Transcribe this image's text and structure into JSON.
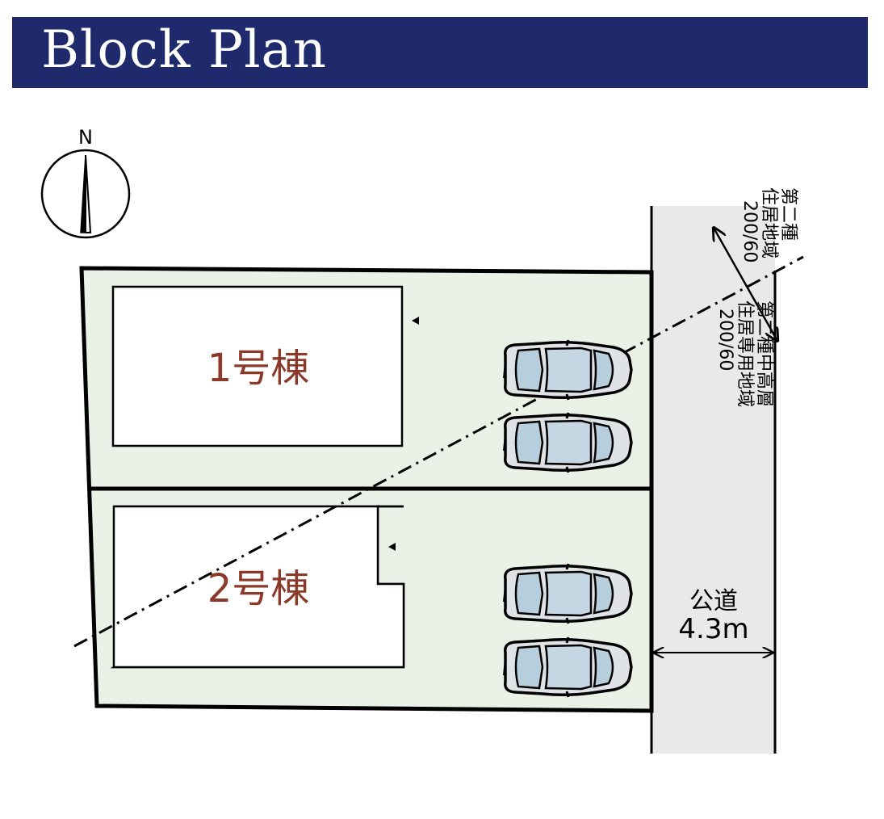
{
  "title": "Block Plan",
  "compass": {
    "north_label": "N"
  },
  "buildings": [
    {
      "label": "1号棟"
    },
    {
      "label": "2号棟"
    }
  ],
  "road": {
    "name": "公道",
    "width": "4.3m"
  },
  "zoning": {
    "upper": {
      "line1": "第二種",
      "line2": "住居地域",
      "ratio": "200/60"
    },
    "lower": {
      "line1": "第二種中高層",
      "line2": "住居専用地域",
      "ratio": "200/60"
    }
  },
  "colors": {
    "title_bg": "#1f2a6c",
    "lot_fill": "#eaf2e8",
    "road_fill": "#e9e9e9",
    "building_label": "#8b3a2a",
    "car_body": "#d8dde0",
    "car_glass": "#b7cfdc"
  }
}
